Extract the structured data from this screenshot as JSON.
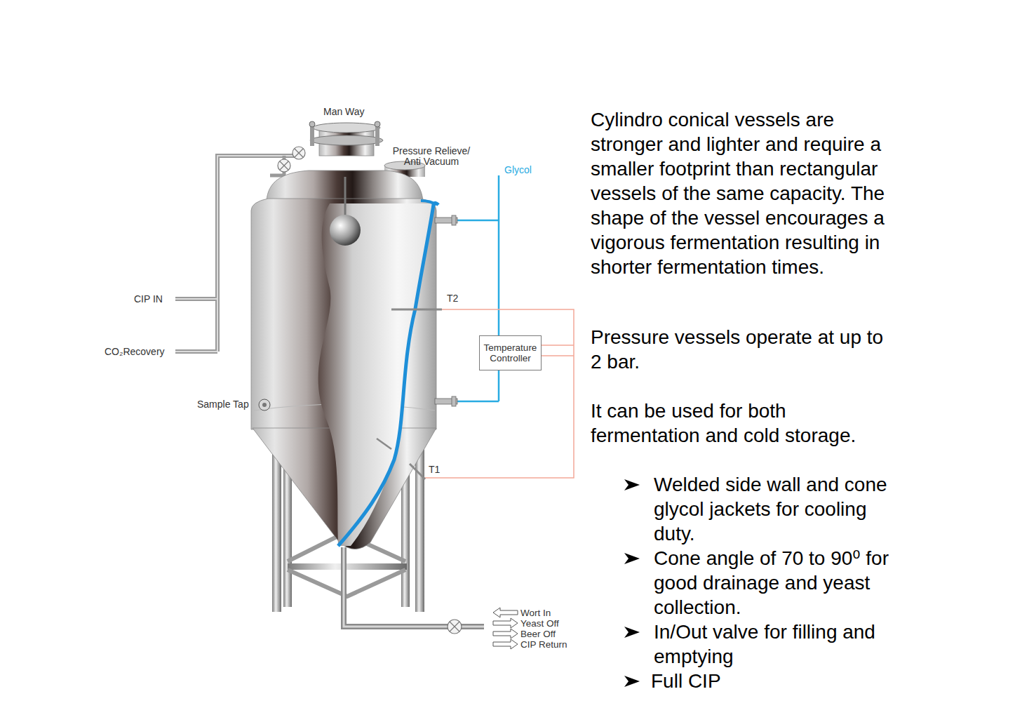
{
  "diagram": {
    "nodes": [
      {
        "text": [
          "Temperature Controller"
        ]
      }
    ],
    "labels": [
      "Man Way",
      "Pressure Relieve/ Anti Vacuum",
      "Glycol",
      "CIP IN",
      "CO₂Recovery",
      "Sample Tap",
      "T2",
      "T1",
      "Wort In",
      "Yeast Off",
      "Beer Off",
      "CIP Return",
      "Cylindro conical vessels are stronger and lighter and require a smaller footprint than rectangular vessels of the same capacity. The shape of the vessel encourages a vigorous fermentation resulting in shorter fermentation times.",
      "Pressure vessels operate at up to 2 bar.",
      "It can be used for both fermentation and cold storage.",
      "Welded side wall and cone glycol jackets for cooling duty.",
      "Cone angle of 70 to 90⁰ for good drainage and yeast collection.",
      "In/Out valve for filling and emptying",
      "Full CIP"
    ]
  }
}
